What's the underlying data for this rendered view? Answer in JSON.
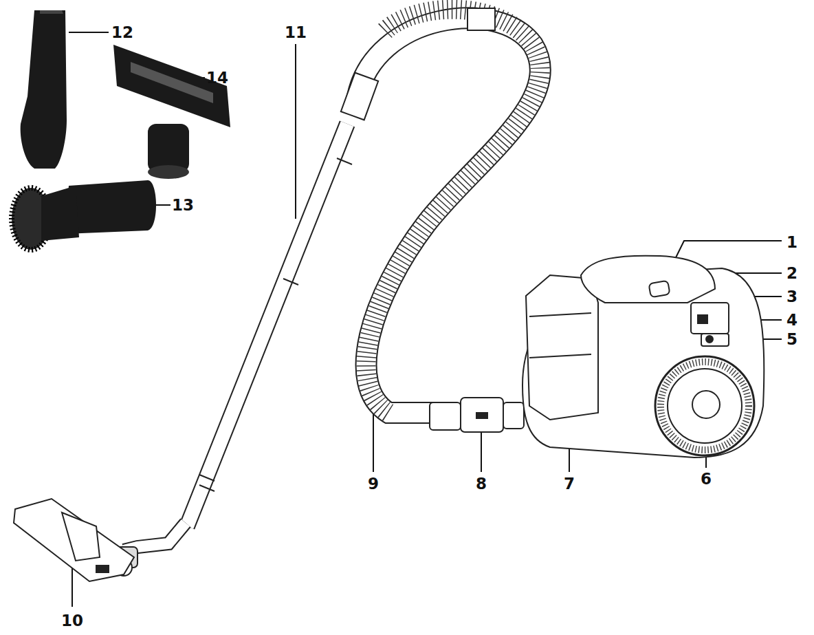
{
  "diagram": {
    "labels": [
      "12",
      "11",
      "14",
      "13",
      "1",
      "2",
      "3",
      "4",
      "5",
      "9",
      "8",
      "7",
      "6",
      "10"
    ]
  }
}
